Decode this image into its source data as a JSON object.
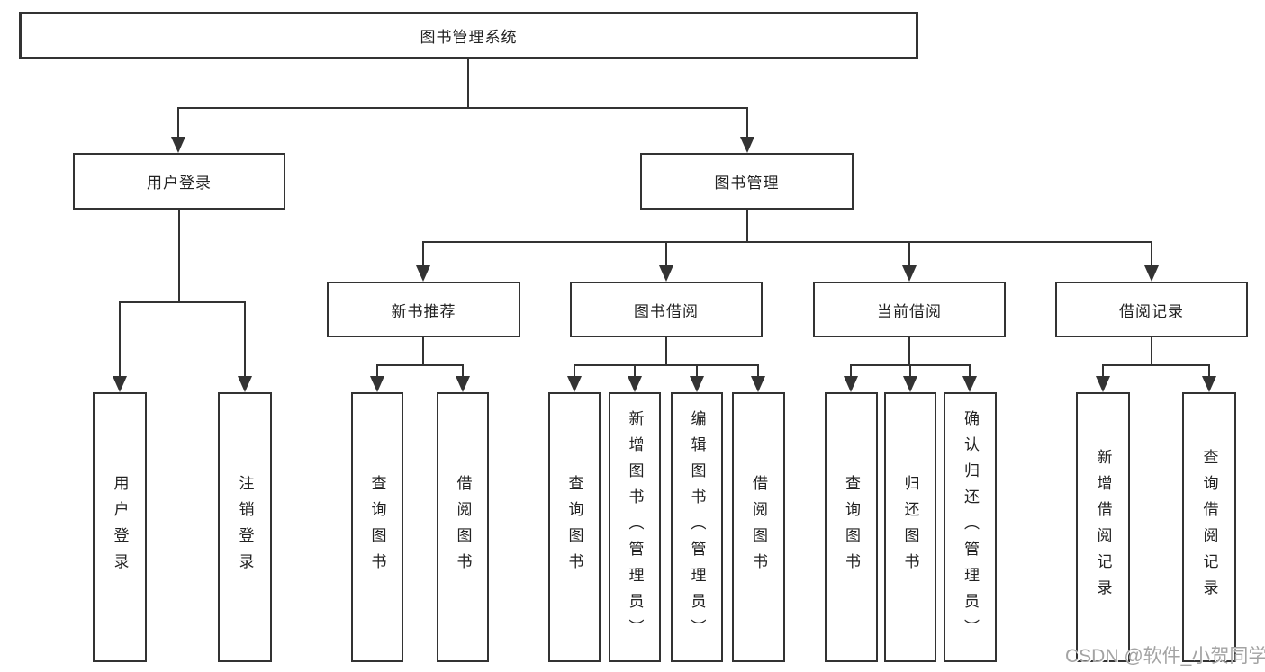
{
  "tree": {
    "label": "图书管理系统",
    "children": [
      {
        "label": "用户登录",
        "children": [
          {
            "label": "用户登录"
          },
          {
            "label": "注销登录"
          }
        ]
      },
      {
        "label": "图书管理",
        "children": [
          {
            "label": "新书推荐",
            "children": [
              {
                "label": "查询图书"
              },
              {
                "label": "借阅图书"
              }
            ]
          },
          {
            "label": "图书借阅",
            "children": [
              {
                "label": "查询图书"
              },
              {
                "label": "新增图书（管理员）"
              },
              {
                "label": "编辑图书（管理员）"
              },
              {
                "label": "借阅图书"
              }
            ]
          },
          {
            "label": "当前借阅",
            "children": [
              {
                "label": "查询图书"
              },
              {
                "label": "归还图书"
              },
              {
                "label": "确认归还（管理员）"
              }
            ]
          },
          {
            "label": "借阅记录",
            "children": [
              {
                "label": "新增借阅记录"
              },
              {
                "label": "查询借阅记录"
              }
            ]
          }
        ]
      }
    ]
  },
  "watermark": {
    "text": "CSDN @软件_小贺同学"
  },
  "colors": {
    "line": "#333333",
    "text": "#222222",
    "background": "#ffffff",
    "watermark": "#a3a3a3"
  }
}
